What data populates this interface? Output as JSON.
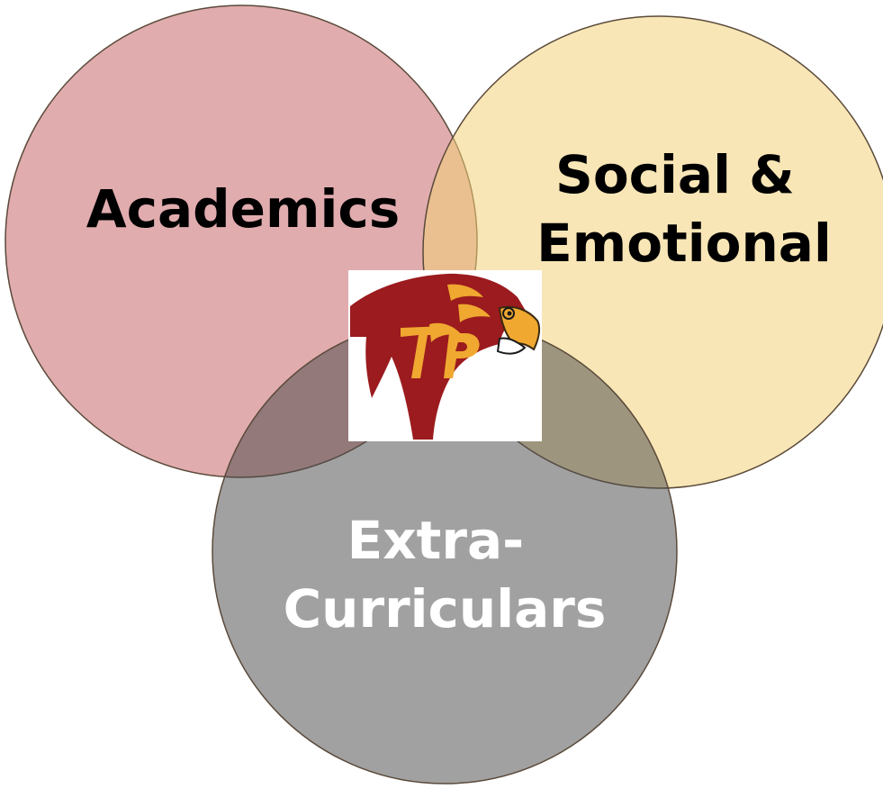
{
  "diagram": {
    "type": "venn",
    "circles": [
      {
        "id": "academics",
        "lines": [
          "Academics"
        ],
        "fill": "#c8676c",
        "text_color": "#000000"
      },
      {
        "id": "social",
        "lines": [
          "Social &",
          "Emotional"
        ],
        "fill": "#f4d27a",
        "text_color": "#000000"
      },
      {
        "id": "extra",
        "lines": [
          "Extra-",
          "Curriculars"
        ],
        "fill": "#6e6e6e",
        "text_color": "#ffffff"
      }
    ],
    "center_logo": "falcon-head-logo",
    "colors": {
      "outline": "#5a4a3a",
      "logo_red": "#9b1b1e",
      "logo_gold": "#f0a830"
    }
  }
}
